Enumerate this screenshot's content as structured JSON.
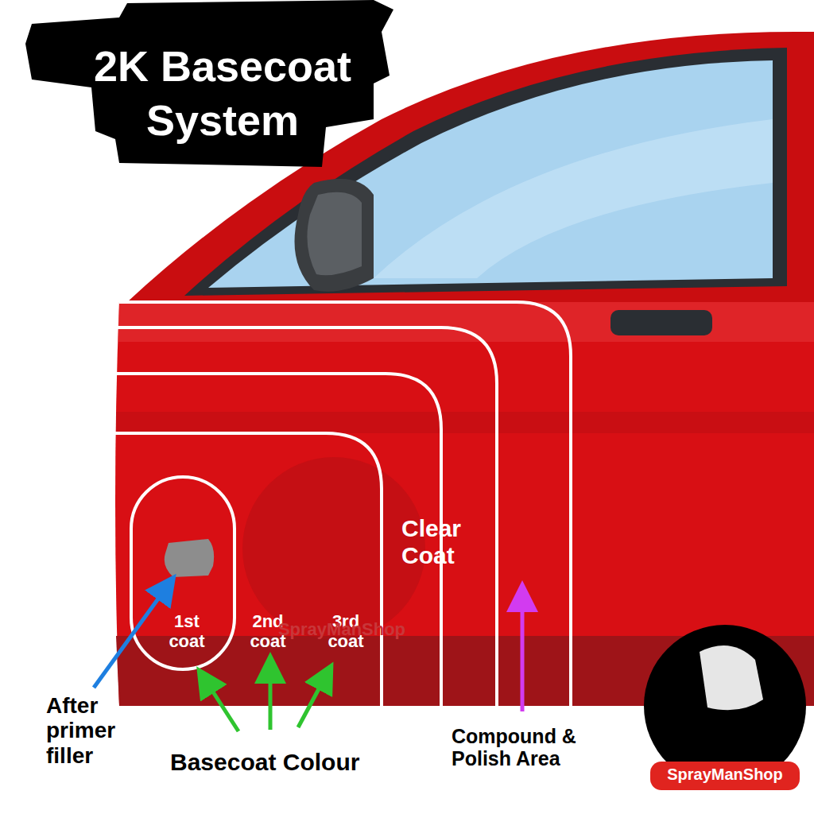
{
  "diagram": {
    "title": "2K Basecoat System",
    "labels": [
      "1st coat",
      "2nd coat",
      "3rd coat",
      "Clear Coat",
      "After primer filler",
      "Basecoat Colour",
      "Compound & Polish Area",
      "SprayManShop",
      "SprayManShop"
    ]
  }
}
